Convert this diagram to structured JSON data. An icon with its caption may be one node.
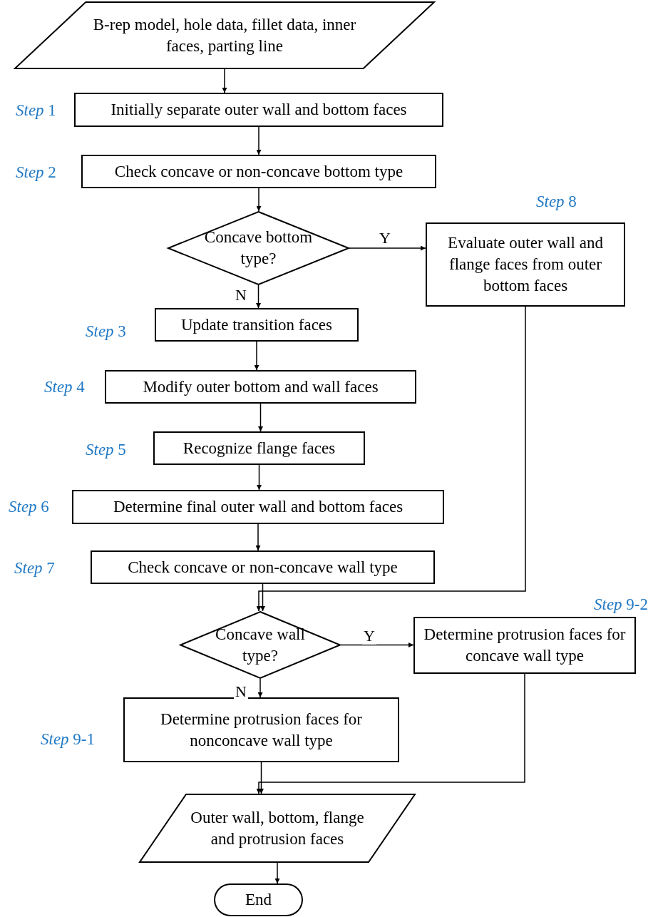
{
  "diagram": {
    "nodes": [
      {
        "text": [
          "B-rep model, hole data, fillet data, inner faces, parting line"
        ]
      },
      {
        "text": [
          "Initially separate outer wall and bottom faces"
        ],
        "beside": [
          "*Step* 1"
        ]
      },
      {
        "text": [
          "Check concave or non-concave bottom type"
        ],
        "beside": [
          "*Step* 2"
        ]
      },
      {
        "text": [
          "Concave bottom type?"
        ]
      },
      {
        "text": [
          "Evaluate outer wall and flange faces from outer bottom faces"
        ],
        "beside": [
          "*Step* 8"
        ]
      },
      {
        "text": [
          "Update transition faces"
        ],
        "beside": [
          "*Step* 3"
        ]
      },
      {
        "text": [
          "Modify outer bottom and wall faces"
        ],
        "beside": [
          "*Step* 4"
        ]
      },
      {
        "text": [
          "Recognize flange faces"
        ],
        "beside": [
          "*Step* 5"
        ]
      },
      {
        "text": [
          "Determine final outer wall and bottom faces"
        ],
        "beside": [
          "*Step* 6"
        ]
      },
      {
        "text": [
          "Check concave or non-concave wall type"
        ],
        "beside": [
          "*Step* 7"
        ]
      },
      {
        "text": [
          "Concave wall type?"
        ]
      },
      {
        "text": [
          "Determine protrusion faces for concave wall type"
        ],
        "beside": [
          "*Step* 9-2"
        ]
      },
      {
        "text": [
          "Determine protrusion faces for nonconcave wall type"
        ],
        "beside": [
          "*Step* 9-1"
        ]
      },
      {
        "text": [
          "Outer wall, bottom, flange and protrusion faces"
        ]
      },
      {
        "text": [
          "End"
        ]
      }
    ],
    "edges": [
      {
        "from": 0,
        "to": 1,
        "arrow": "to"
      },
      {
        "from": 1,
        "to": 2,
        "arrow": "to"
      },
      {
        "from": 2,
        "to": 3,
        "arrow": "to"
      },
      {
        "from": 3,
        "to": 4,
        "arrow": "to",
        "label": "Y"
      },
      {
        "from": 3,
        "to": 5,
        "arrow": "to",
        "label": "N"
      },
      {
        "from": 5,
        "to": 6,
        "arrow": "to"
      },
      {
        "from": 6,
        "to": 7,
        "arrow": "to"
      },
      {
        "from": 7,
        "to": 8,
        "arrow": "to"
      },
      {
        "from": 8,
        "to": 9,
        "arrow": "to"
      },
      {
        "from": 4,
        "to": 10,
        "arrow": "to"
      },
      {
        "from": 9,
        "to": 10,
        "arrow": "to"
      },
      {
        "from": 10,
        "to": 11,
        "arrow": "to",
        "label": "Y"
      },
      {
        "from": 10,
        "to": 12,
        "arrow": "to",
        "label": "N"
      },
      {
        "from": 12,
        "to": 13,
        "arrow": "to"
      },
      {
        "from": 11,
        "to": 13,
        "arrow": "to"
      },
      {
        "from": 13,
        "to": 14,
        "arrow": "to"
      }
    ]
  }
}
